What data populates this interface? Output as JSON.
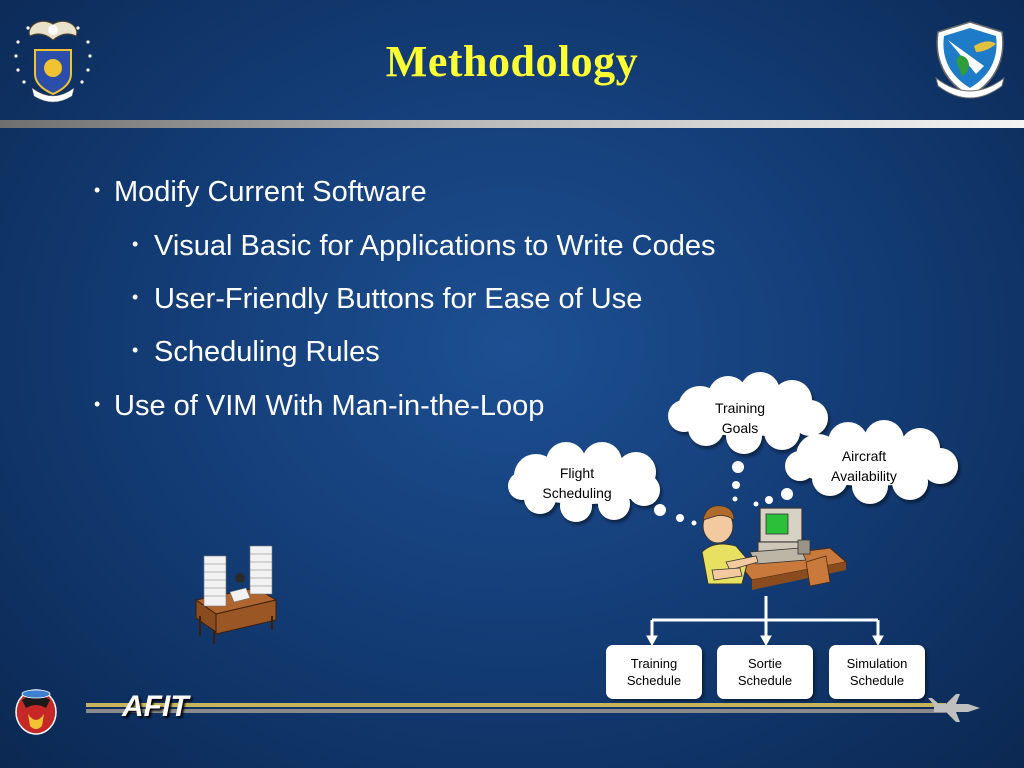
{
  "slide": {
    "title": "Methodology",
    "footer_logo_text": "AFIT"
  },
  "bullets": [
    {
      "level": 1,
      "text": "Modify Current Software"
    },
    {
      "level": 2,
      "text": "Visual Basic for Applications to Write Codes"
    },
    {
      "level": 2,
      "text": "User-Friendly Buttons for Ease of Use"
    },
    {
      "level": 2,
      "text": "Scheduling Rules"
    },
    {
      "level": 1,
      "text": "Use of VIM With Man-in-the-Loop"
    }
  ],
  "clouds": {
    "training_goals": {
      "line1": "Training",
      "line2": "Goals"
    },
    "flight_scheduling": {
      "line1": "Flight",
      "line2": "Scheduling"
    },
    "aircraft_availability": {
      "line1": "Aircraft",
      "line2": "Availability"
    }
  },
  "schedules": [
    {
      "line1": "Training",
      "line2": "Schedule"
    },
    {
      "line1": "Sortie",
      "line2": "Schedule"
    },
    {
      "line1": "Simulation",
      "line2": "Schedule"
    }
  ],
  "colors": {
    "background": "#123a72",
    "title": "#ffff33",
    "text": "#ffffff"
  },
  "icons": [
    "air-force-seal-icon",
    "flying-training-wing-emblem-icon",
    "paper-stacks-desk-icon",
    "person-at-computer-icon",
    "squadron-emblem-icon",
    "aircraft-icon"
  ]
}
